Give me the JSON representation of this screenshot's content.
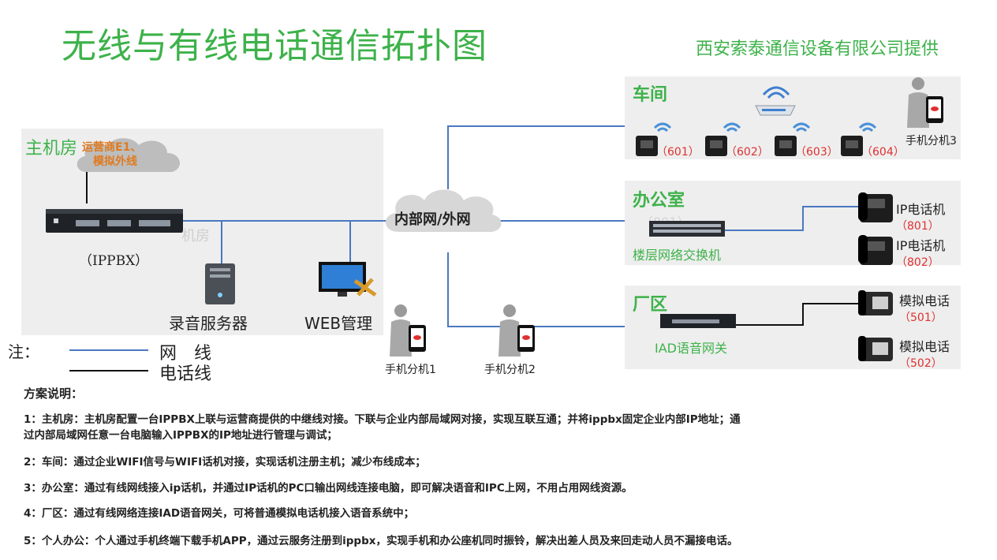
{
  "title": "无线与有线电话通信拓扑图",
  "provider": "西安索泰通信设备有限公司提供",
  "main_room": {
    "label": "主机房",
    "carrier_line1": "运营商E1、",
    "carrier_line2": "模拟外线",
    "pbx_label": "（IPPBX）",
    "ghost_text": "机房",
    "recorder_label": "录音服务器",
    "web_label": "WEB管理"
  },
  "cloud_label": "内部网/外网",
  "workshop": {
    "label": "车间",
    "phones": [
      "（601）",
      "（602）",
      "（603）",
      "（604）"
    ],
    "mobile3": "手机分机3"
  },
  "office": {
    "label": "办公室",
    "ghost_text": "（801）",
    "switch_label": "楼层网络交换机",
    "ip_phone_label": "IP电话机",
    "ip_phones": [
      "（801）",
      "（802）"
    ]
  },
  "factory": {
    "label": "厂区",
    "gateway_label": "IAD语音网关",
    "analog_label": "模拟电话",
    "analog_phones": [
      "（501）",
      "（502）"
    ]
  },
  "mobiles": {
    "m1": "手机分机1",
    "m2": "手机分机2"
  },
  "legend": {
    "prefix": "注：",
    "network": "网　线",
    "phone_line": "电话线",
    "network_color": "#4a78c0",
    "phone_color": "#111111"
  },
  "notes": {
    "heading": "方案说明：",
    "n1a": "1：主机房：主机房配置一台IPPBX上联与运营商提供的中继线对接。下联与企业内部局域网对接，实现互联互通；并将ippbx固定企业内部IP地址；通",
    "n1b": "过内部局域网任意一台电脑输入IPPBX的IP地址进行管理与调试；",
    "n2": "2：车间：通过企业WIFI信号与WIFI话机对接，实现话机注册主机；减少布线成本；",
    "n3": "3：办公室：通过有线网线接入ip话机，并通过IP话机的PC口输出网线连接电脑，即可解决语音和IPC上网，不用占用网线资源。",
    "n4": "4：厂区：通过有线网络连接IAD语音网关，可将普通模拟电话机接入语音系统中；",
    "n5": "5：个人办公：个人通过手机终端下载手机APP，通过云服务注册到ippbx，实现手机和办公座机同时振铃，解决出差人员及来回走动人员不漏接电话。"
  }
}
